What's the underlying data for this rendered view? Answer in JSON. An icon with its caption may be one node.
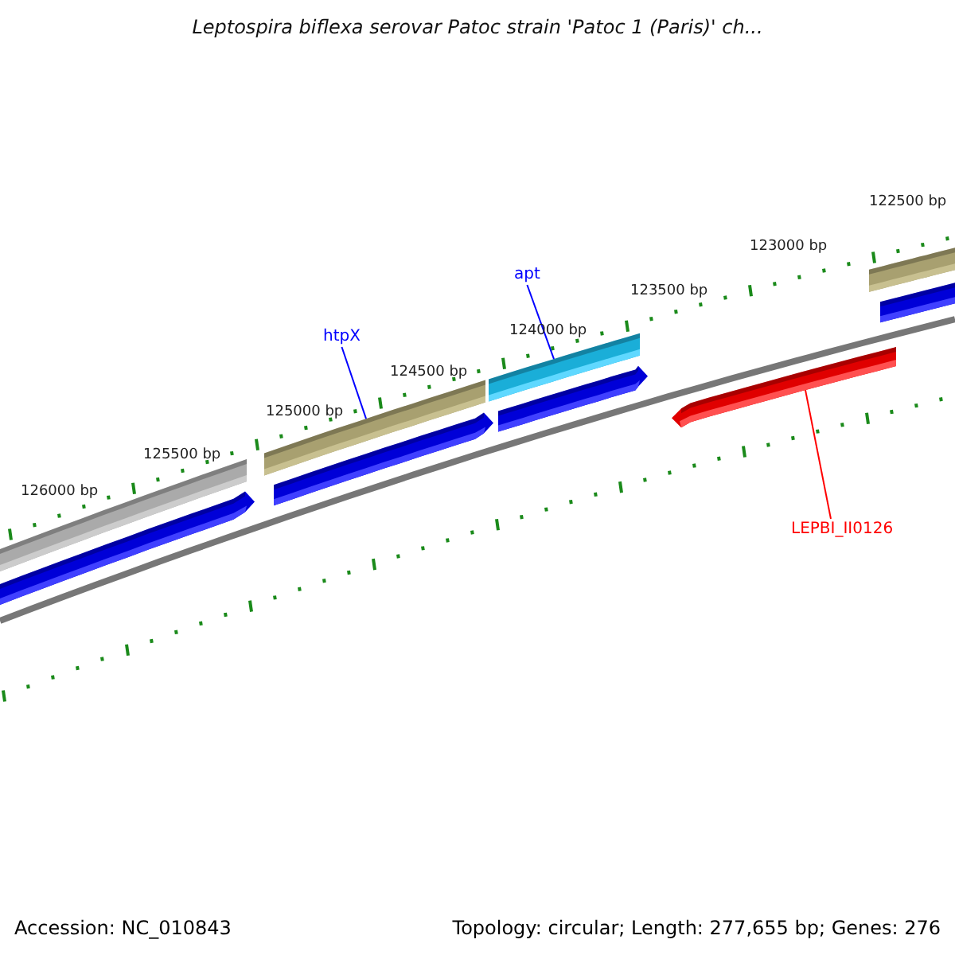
{
  "diagram": {
    "title": "Leptospira biflexa serovar Patoc strain 'Patoc 1 (Paris)' ch...",
    "nodes": [
      {
        "text": [
          "htpX"
        ]
      },
      {
        "text": [],
        "shape": "bar"
      },
      {
        "text": [
          "apt"
        ]
      },
      {
        "text": [],
        "shape": "bar"
      },
      {
        "text": [
          "LEPBI_II0126"
        ]
      },
      {
        "text": [],
        "shape": "bar"
      }
    ],
    "edges": [
      {
        "from": 0,
        "to": 1,
        "arrow": "none"
      },
      {
        "from": 2,
        "to": 3,
        "arrow": "none"
      },
      {
        "from": 4,
        "to": 5,
        "arrow": "none",
        "color": "#ff0000"
      }
    ],
    "labels": [
      "122500 bp",
      "123000 bp",
      "123500 bp",
      "124000 bp",
      "124500 bp",
      "125000 bp",
      "125500 bp",
      "126000 bp",
      "Accession: NC_010843",
      "Topology: circular; Length: 277,655 bp; Genes: 276"
    ]
  }
}
